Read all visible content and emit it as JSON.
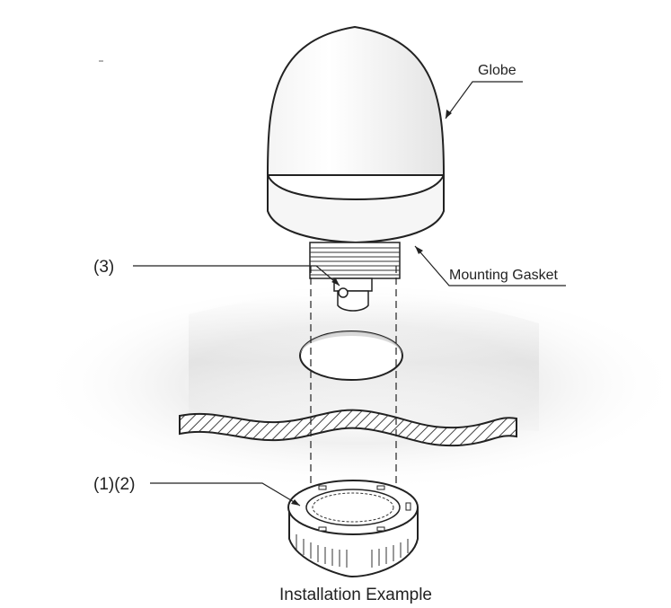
{
  "labels": {
    "globe": "Globe",
    "mounting_gasket": "Mounting Gasket",
    "ref_3": "(3)",
    "ref_1_2": "(1)(2)"
  },
  "caption": "Installation Example"
}
